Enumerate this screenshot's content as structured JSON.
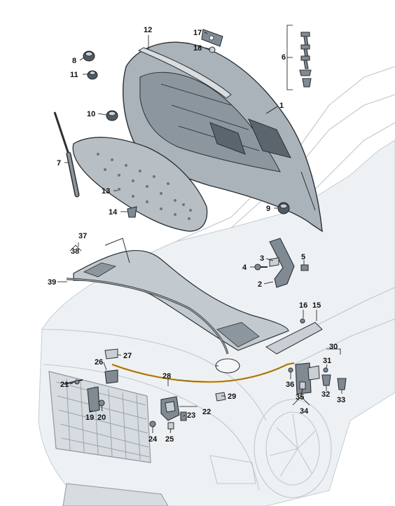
{
  "diagram": {
    "accent_color": "#e0a020",
    "callouts": [
      {
        "id": "c1",
        "label": "1"
      },
      {
        "id": "c2",
        "label": "2"
      },
      {
        "id": "c3",
        "label": "3"
      },
      {
        "id": "c4",
        "label": "4"
      },
      {
        "id": "c5",
        "label": "5"
      },
      {
        "id": "c6",
        "label": "6"
      },
      {
        "id": "c7",
        "label": "7"
      },
      {
        "id": "c8",
        "label": "8"
      },
      {
        "id": "c9",
        "label": "9"
      },
      {
        "id": "c10",
        "label": "10"
      },
      {
        "id": "c11",
        "label": "11"
      },
      {
        "id": "c12",
        "label": "12"
      },
      {
        "id": "c13",
        "label": "13"
      },
      {
        "id": "c14",
        "label": "14"
      },
      {
        "id": "c15",
        "label": "15"
      },
      {
        "id": "c16",
        "label": "16"
      },
      {
        "id": "c17",
        "label": "17"
      },
      {
        "id": "c18",
        "label": "18"
      },
      {
        "id": "c19",
        "label": "19"
      },
      {
        "id": "c20",
        "label": "20"
      },
      {
        "id": "c21",
        "label": "21"
      },
      {
        "id": "c22",
        "label": "22"
      },
      {
        "id": "c23",
        "label": "23"
      },
      {
        "id": "c24",
        "label": "24"
      },
      {
        "id": "c25",
        "label": "25"
      },
      {
        "id": "c26",
        "label": "26"
      },
      {
        "id": "c27",
        "label": "27"
      },
      {
        "id": "c28",
        "label": "28"
      },
      {
        "id": "c29",
        "label": "29"
      },
      {
        "id": "c30",
        "label": "30"
      },
      {
        "id": "c31",
        "label": "31"
      },
      {
        "id": "c32",
        "label": "32"
      },
      {
        "id": "c33",
        "label": "33"
      },
      {
        "id": "c34",
        "label": "34"
      },
      {
        "id": "c35",
        "label": "35"
      },
      {
        "id": "c36",
        "label": "36"
      },
      {
        "id": "c37",
        "label": "37"
      },
      {
        "id": "c38",
        "label": "38"
      },
      {
        "id": "c39",
        "label": "39"
      }
    ]
  }
}
